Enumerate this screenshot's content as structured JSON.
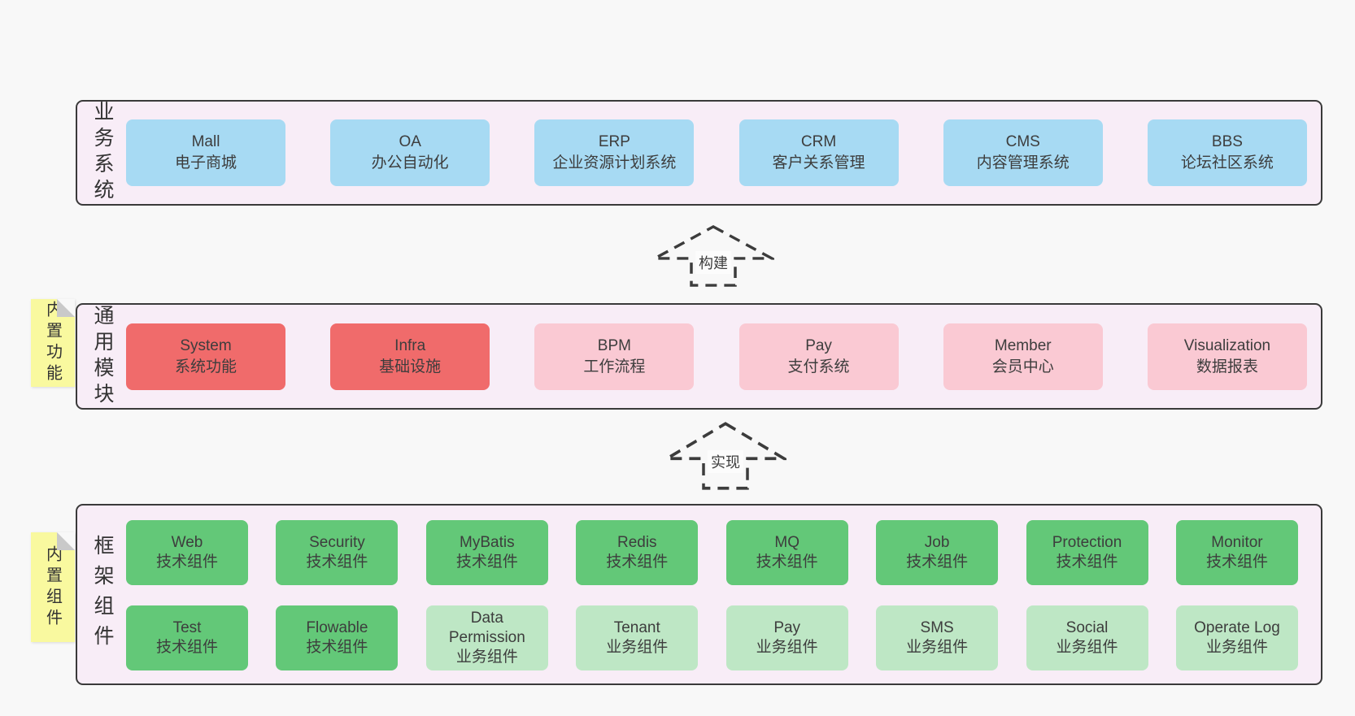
{
  "colors": {
    "page_bg": "#f8f8f8",
    "container_fill": "#f8edf7",
    "container_border": "#3a3a3a",
    "blue": "#a7daf3",
    "red": "#f06b6b",
    "pink": "#fac9d3",
    "green_dark": "#63c878",
    "green_light": "#bee7c5",
    "sticky_yellow": "#f9f99f",
    "fold_gray": "#c9c9c9",
    "text": "#3d3d3d"
  },
  "sections": {
    "business": {
      "label": "业务系统",
      "items": [
        {
          "en": "Mall",
          "zh": "电子商城"
        },
        {
          "en": "OA",
          "zh": "办公自动化"
        },
        {
          "en": "ERP",
          "zh": "企业资源计划系统"
        },
        {
          "en": "CRM",
          "zh": "客户关系管理"
        },
        {
          "en": "CMS",
          "zh": "内容管理系统"
        },
        {
          "en": "BBS",
          "zh": "论坛社区系统"
        }
      ]
    },
    "arrow_build": {
      "label": "构建"
    },
    "modules": {
      "label": "通用模块",
      "sticky": "内置功能",
      "items": [
        {
          "en": "System",
          "zh": "系统功能"
        },
        {
          "en": "Infra",
          "zh": "基础设施"
        },
        {
          "en": "BPM",
          "zh": "工作流程"
        },
        {
          "en": "Pay",
          "zh": "支付系统"
        },
        {
          "en": "Member",
          "zh": "会员中心"
        },
        {
          "en": "Visualization",
          "zh": "数据报表"
        }
      ]
    },
    "arrow_implement": {
      "label": "实现"
    },
    "components": {
      "label": "框架组件",
      "sticky": "内置组件",
      "row1": [
        {
          "en": "Web",
          "zh": "技术组件"
        },
        {
          "en": "Security",
          "zh": "技术组件"
        },
        {
          "en": "MyBatis",
          "zh": "技术组件"
        },
        {
          "en": "Redis",
          "zh": "技术组件"
        },
        {
          "en": "MQ",
          "zh": "技术组件"
        },
        {
          "en": "Job",
          "zh": "技术组件"
        },
        {
          "en": "Protection",
          "zh": "技术组件"
        },
        {
          "en": "Monitor",
          "zh": "技术组件"
        }
      ],
      "row2": [
        {
          "en": "Test",
          "zh": "技术组件"
        },
        {
          "en": "Flowable",
          "zh": "技术组件"
        },
        {
          "en": "Data Permission",
          "zh": "业务组件"
        },
        {
          "en": "Tenant",
          "zh": "业务组件"
        },
        {
          "en": "Pay",
          "zh": "业务组件"
        },
        {
          "en": "SMS",
          "zh": "业务组件"
        },
        {
          "en": "Social",
          "zh": "业务组件"
        },
        {
          "en": "Operate Log",
          "zh": "业务组件"
        }
      ]
    }
  }
}
